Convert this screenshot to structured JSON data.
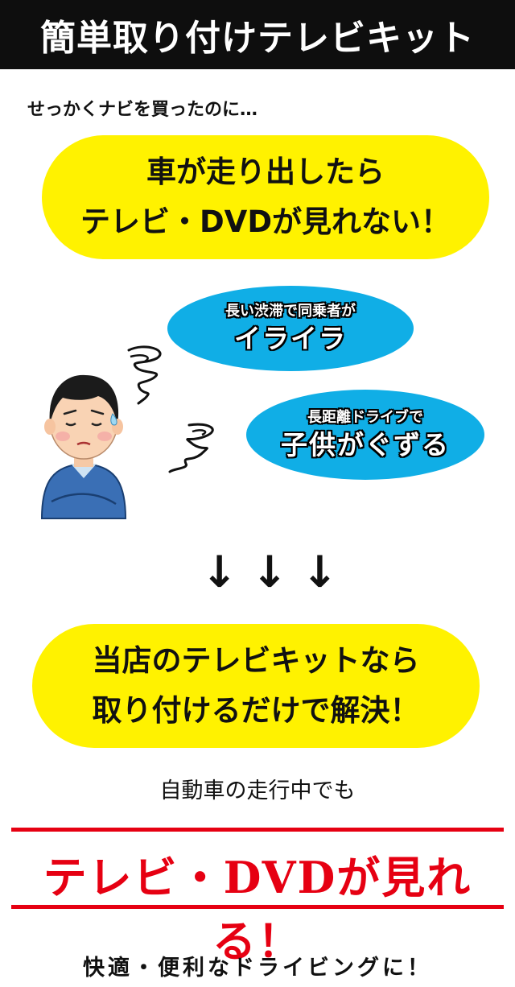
{
  "header": {
    "title": "簡単取り付けテレビキット"
  },
  "intro": "せっかくナビを買ったのに…",
  "problem_pill": {
    "line1": "車が走り出したら",
    "line2": "テレビ・DVDが見れない！"
  },
  "bubbles": [
    {
      "small": "長い渋滞で同乗者が",
      "big": "イライラ"
    },
    {
      "small": "長距離ドライブで",
      "big": "子供がぐずる"
    }
  ],
  "arrows": [
    "↓",
    "↓",
    "↓"
  ],
  "solution_pill": {
    "line1": "当店のテレビキットなら",
    "line2": "取り付けるだけで解決！"
  },
  "subline": "自動車の走行中でも",
  "highlight": "テレビ・DVDが見れる！",
  "footer": "快適・便利なドライビングに！",
  "colors": {
    "yellow": "#fff200",
    "blue": "#10aee6",
    "red": "#e60012",
    "header_bg": "#0e0e0e"
  },
  "icons": [
    "frustration-swirl-icon",
    "troubled-man-illustration"
  ]
}
